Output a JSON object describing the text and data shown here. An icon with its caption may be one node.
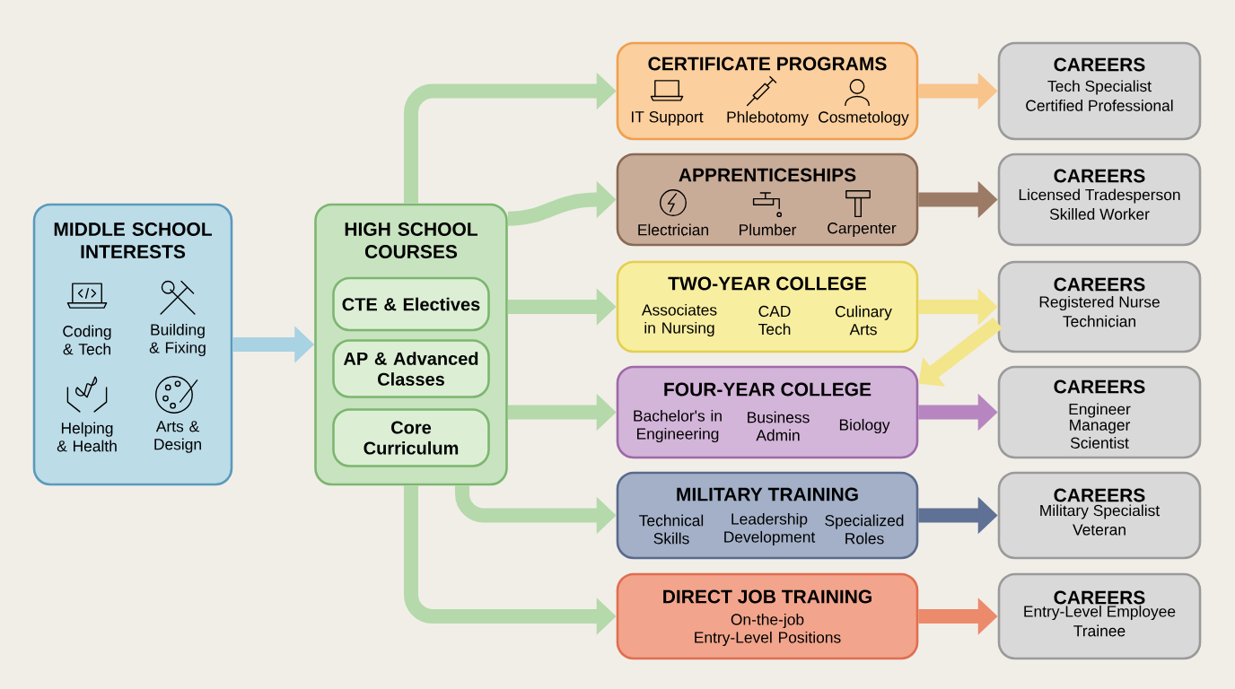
{
  "diagram": {
    "nodes": [
      {
        "text": [
          "MIDDLE SCHOOL INTERESTS",
          "Coding & Tech",
          "Building & Fixing",
          "Helping & Health",
          "Arts & Design"
        ]
      },
      {
        "text": [
          "HIGH SCHOOL COURSES"
        ]
      },
      {
        "text": [
          "CTE & Electives"
        ],
        "in": 1
      },
      {
        "text": [
          "AP & Advanced Classes"
        ],
        "in": 1
      },
      {
        "text": [
          "Core Curriculum"
        ],
        "in": 1
      },
      {
        "text": [
          "CERTIFICATE PROGRAMS",
          "IT Support",
          "Phlebotomy",
          "Cosmetology"
        ]
      },
      {
        "text": [
          "APPRENTICESHIPS",
          "Electrician",
          "Plumber",
          "Carpenter"
        ]
      },
      {
        "text": [
          "TWO-YEAR COLLEGE",
          "Associates in Nursing",
          "CAD Tech",
          "Culinary Arts"
        ]
      },
      {
        "text": [
          "FOUR-YEAR COLLEGE",
          "Bachelor's in Engineering",
          "Business Admin",
          "Biology"
        ]
      },
      {
        "text": [
          "MILITARY TRAINING",
          "Technical Skills",
          "Leadership Development",
          "Specialized Roles"
        ]
      },
      {
        "text": [
          "DIRECT JOB TRAINING",
          "On-the-job Entry-Level Positions"
        ]
      },
      {
        "text": [
          "CAREERS",
          "Tech Specialist",
          "Certified Professional"
        ]
      },
      {
        "text": [
          "CAREERS",
          "Licensed Tradesperson",
          "Skilled Worker"
        ]
      },
      {
        "text": [
          "CAREERS",
          "Registered Nurse",
          "Technician"
        ]
      },
      {
        "text": [
          "CAREERS",
          "Engineer",
          "Manager",
          "Scientist"
        ]
      },
      {
        "text": [
          "CAREERS",
          "Military Specialist",
          "Veteran"
        ]
      },
      {
        "text": [
          "CAREERS",
          "Entry-Level Employee",
          "Trainee"
        ]
      }
    ],
    "edges": [
      {
        "from": 0,
        "to": 1,
        "arrow": "to",
        "color": "#a9d2e3"
      },
      {
        "from": 1,
        "to": 5,
        "arrow": "to"
      },
      {
        "from": 1,
        "to": 6,
        "arrow": "to"
      },
      {
        "from": 1,
        "to": 7,
        "arrow": "to"
      },
      {
        "from": 1,
        "to": 8,
        "arrow": "to"
      },
      {
        "from": 1,
        "to": 9,
        "arrow": "to"
      },
      {
        "from": 1,
        "to": 10,
        "arrow": "to"
      },
      {
        "from": 5,
        "to": 11,
        "arrow": "to",
        "color": "#f8c48c"
      },
      {
        "from": 6,
        "to": 12,
        "arrow": "to",
        "color": "#9c7b66"
      },
      {
        "from": 7,
        "to": 13,
        "arrow": "to",
        "color": "#f3e58a"
      },
      {
        "from": 8,
        "to": 14,
        "arrow": "to",
        "color": "#b786c0"
      },
      {
        "from": 9,
        "to": 15,
        "arrow": "to",
        "color": "#5f7194"
      },
      {
        "from": 10,
        "to": 16,
        "arrow": "to",
        "color": "#ec8a6c"
      },
      {
        "from": 13,
        "to": 8,
        "arrow": "to",
        "color": "#f3e58a"
      }
    ]
  }
}
